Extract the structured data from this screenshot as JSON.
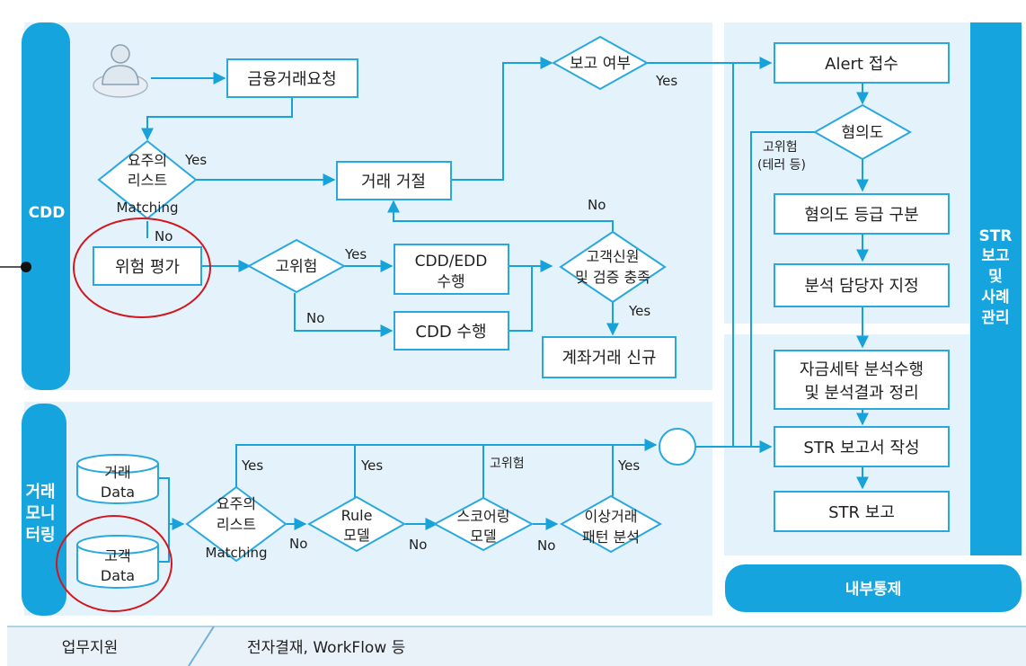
{
  "colors": {
    "panel": "#e4f2fb",
    "accent": "#15a4dd",
    "line": "#17a2da",
    "box_border": "#29a8df",
    "text": "#1f1f1f",
    "white": "#ffffff",
    "circle_mark": "#d0181e",
    "bottom_bar": "#e8f2f8"
  },
  "sections": {
    "cdd": "CDD",
    "monitoring": [
      "거래",
      "모니",
      "터링"
    ],
    "str": [
      "STR",
      "보고",
      "및",
      "사례",
      "관리"
    ],
    "internal_control": "내부통제"
  },
  "nodes": {
    "user_icon": "user-icon",
    "financial_request": "금융거래요청",
    "watchlist_cdd": [
      "요주의",
      "리스트",
      "Matching"
    ],
    "reject": "거래 거절",
    "report_decision": "보고 여부",
    "risk_assess": "위험 평가",
    "high_risk": "고위험",
    "cdd_edd": [
      "CDD/EDD",
      "수행"
    ],
    "cdd_perform": "CDD 수행",
    "identity_check": [
      "고객신원",
      "및 검증 충족"
    ],
    "new_account": "계좌거래 신규",
    "alert": "Alert 접수",
    "suspicion": "혐의도",
    "suspicion_grade": "혐의도 등급 구분",
    "assign_analyst": "분석 담당자 지정",
    "ml_analysis": [
      "자금세탁 분석수행",
      "및 분석결과 정리"
    ],
    "str_write": "STR 보고서 작성",
    "str_report": "STR 보고",
    "txn_data": [
      "거래",
      "Data"
    ],
    "cust_data": [
      "고객",
      "Data"
    ],
    "watchlist_tm": [
      "요주의",
      "리스트",
      "Matching"
    ],
    "rule_model": [
      "Rule",
      "모델"
    ],
    "scoring_model": [
      "스코어링",
      "모델"
    ],
    "pattern": [
      "이상거래",
      "패턴 분석"
    ]
  },
  "labels": {
    "yes": "Yes",
    "no": "No",
    "high_risk": "고위험",
    "high_risk_terror": [
      "고위험",
      "(테러 등)"
    ]
  },
  "footer": {
    "left": "업무지원",
    "right": "전자결재, WorkFlow 등"
  }
}
